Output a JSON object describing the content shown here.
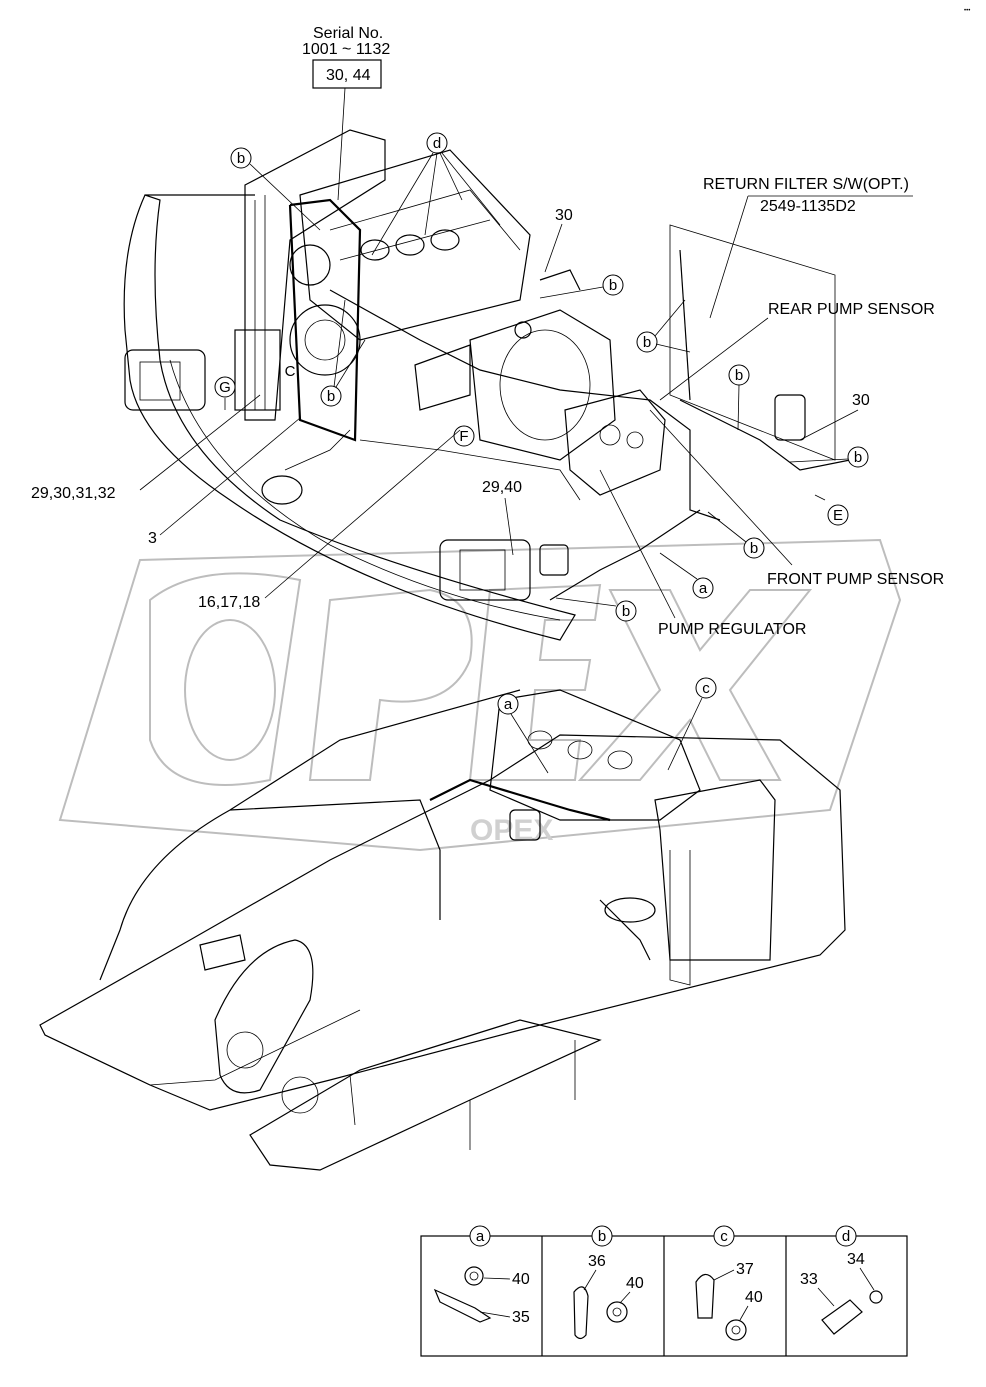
{
  "serial": {
    "title": "Serial No.",
    "range": "1001 ~ 1132",
    "boxed": "30, 44"
  },
  "top_labels": {
    "return_filter": "RETURN FILTER S/W(OPT.)",
    "return_filter_no": "2549-1135D2",
    "rear_pump_sensor": "REAR PUMP SENSOR",
    "front_pump_sensor": "FRONT PUMP SENSOR",
    "pump_regulator": "PUMP REGULATOR",
    "n30_a": "30",
    "n30_b": "30",
    "n29_32": "29,30,31,32",
    "n3": "3",
    "n16_18": "16,17,18",
    "n29_40": "29,40"
  },
  "letters": {
    "a": "a",
    "b": "b",
    "c": "c",
    "d": "d",
    "C": "C",
    "E": "E",
    "F": "F",
    "G": "G"
  },
  "legend": [
    {
      "key": "a",
      "parts": [
        "40",
        "35"
      ]
    },
    {
      "key": "b",
      "parts": [
        "36",
        "40"
      ]
    },
    {
      "key": "c",
      "parts": [
        "37",
        "40"
      ]
    },
    {
      "key": "d",
      "parts": [
        "33",
        "34"
      ]
    }
  ],
  "watermark": "OPEX",
  "corner_mark": "•••"
}
